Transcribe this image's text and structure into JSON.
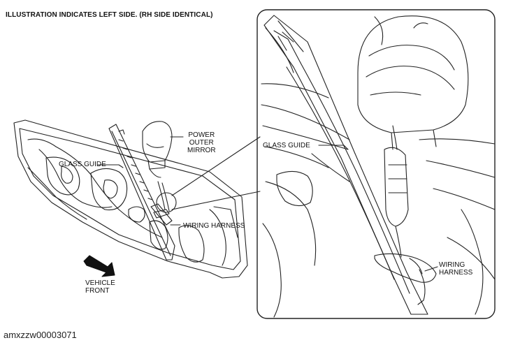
{
  "header_note": "ILLUSTRATION INDICATES LEFT SIDE.  (RH SIDE IDENTICAL)",
  "labels": {
    "power_outer_mirror": [
      "POWER",
      "OUTER",
      "MIRROR"
    ],
    "glass_guide_left": "GLASS GUIDE",
    "wiring_harness_left": "WIRING HARNESS",
    "vehicle_front": [
      "VEHICLE",
      "FRONT"
    ],
    "glass_guide_detail": "GLASS GUIDE",
    "wiring_harness_detail": [
      "WIRING",
      "HARNESS"
    ]
  },
  "image_id": "amxzzw00003071"
}
